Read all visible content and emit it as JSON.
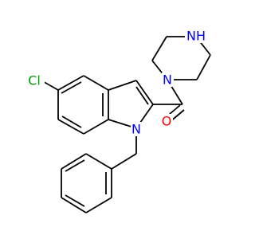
{
  "molecule": {
    "atoms": {
      "cl": {
        "label": "Cl",
        "color": "#00a000"
      },
      "n_indole": {
        "label": "N",
        "color": "#0000ff"
      },
      "o": {
        "label": "O",
        "color": "#ff0000"
      },
      "n_amide": {
        "label": "N",
        "color": "#0000ff"
      },
      "nh": {
        "label": "NH",
        "color": "#0000ff"
      }
    }
  }
}
